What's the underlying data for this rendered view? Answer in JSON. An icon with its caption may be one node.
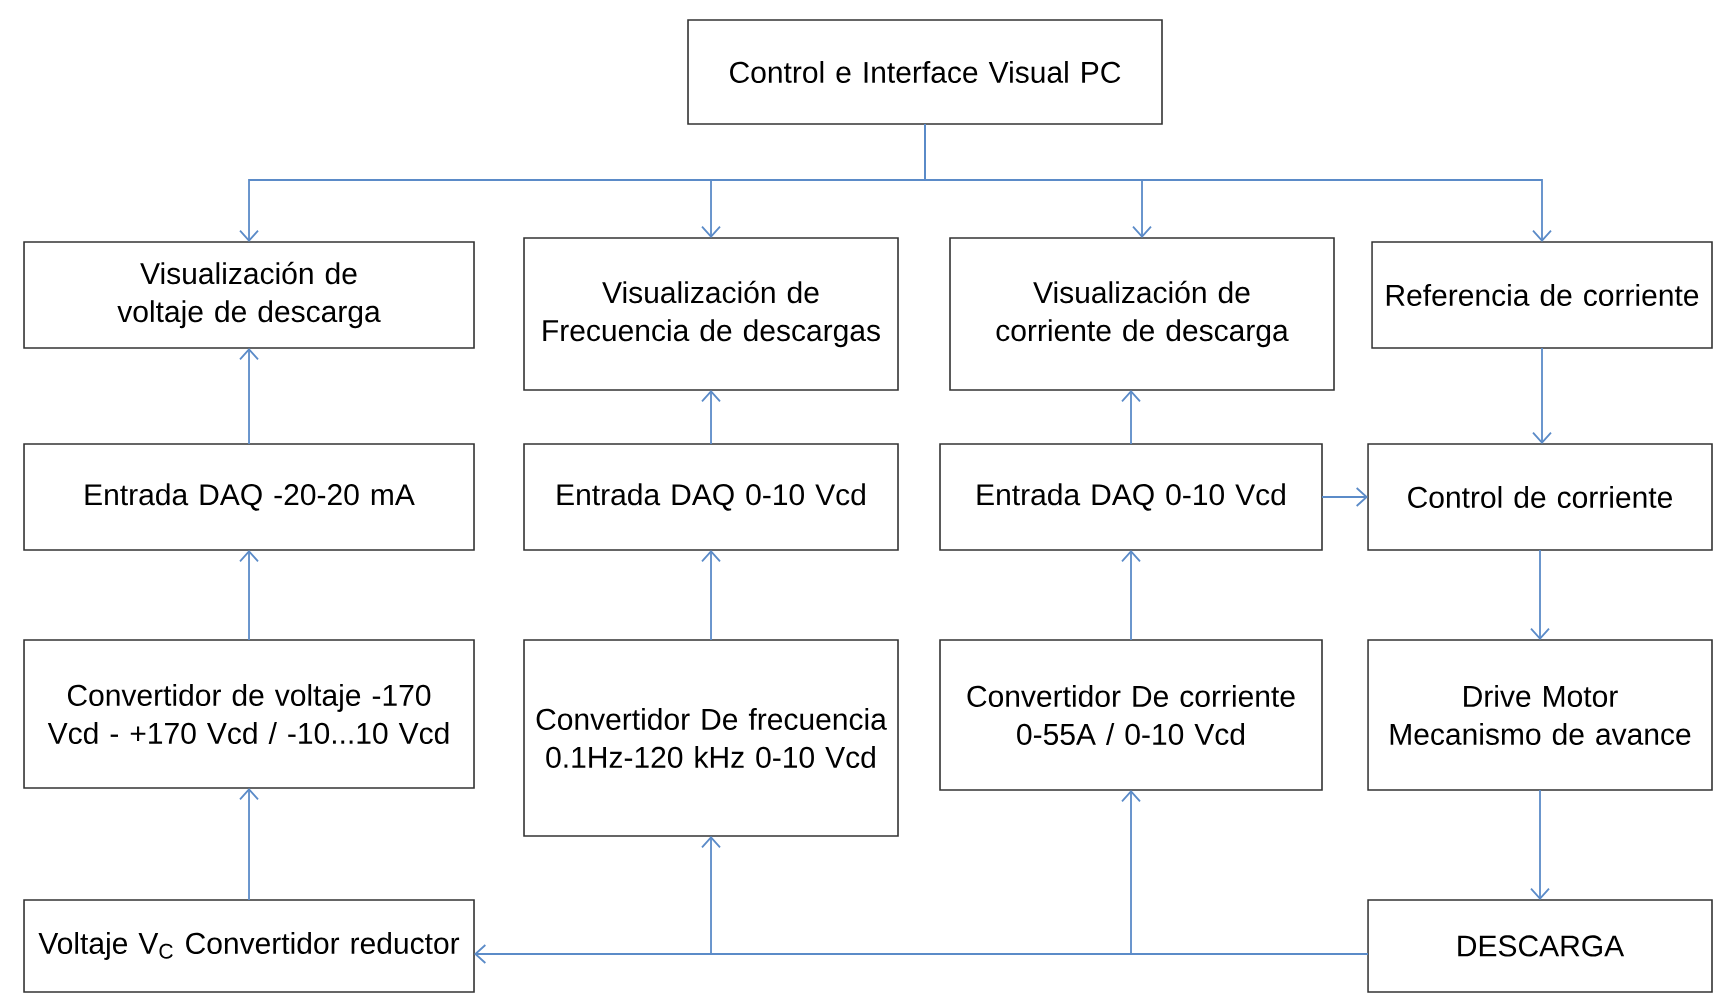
{
  "diagram": {
    "nodes": [
      {
        "text": [
          "Control e Interface Visual PC"
        ]
      },
      {
        "text": [
          "Visualización de voltaje de descarga"
        ]
      },
      {
        "text": [
          "Visualización de Frecuencia de descargas"
        ]
      },
      {
        "text": [
          "Visualización de corriente de descarga"
        ]
      },
      {
        "text": [
          "Referencia de corriente"
        ]
      },
      {
        "text": [
          "Entrada DAQ -20-20 mA"
        ]
      },
      {
        "text": [
          "Entrada DAQ 0-10 Vcd"
        ]
      },
      {
        "text": [
          "Entrada DAQ 0-10 Vcd"
        ]
      },
      {
        "text": [
          "Control de corriente"
        ]
      },
      {
        "text": [
          "Convertidor de voltaje -170 Vcd - +170 Vcd / -10...10 Vcd"
        ]
      },
      {
        "text": [
          "Convertidor De frecuencia 0.1Hz-120 kHz 0-10 Vcd"
        ]
      },
      {
        "text": [
          "Convertidor De corriente 0-55A / 0-10 Vcd"
        ]
      },
      {
        "text": [
          "Drive Motor Mecanismo de avance"
        ]
      },
      {
        "text": [
          "Voltaje V$_{C}$ Convertidor reductor"
        ]
      },
      {
        "text": [
          "DESCARGA"
        ]
      }
    ],
    "edges": [
      {
        "from": 0,
        "to": 1,
        "arrow": "to"
      },
      {
        "from": 0,
        "to": 2,
        "arrow": "to"
      },
      {
        "from": 0,
        "to": 3,
        "arrow": "to"
      },
      {
        "from": 0,
        "to": 4,
        "arrow": "to"
      },
      {
        "from": 5,
        "to": 1,
        "arrow": "to"
      },
      {
        "from": 6,
        "to": 2,
        "arrow": "to"
      },
      {
        "from": 7,
        "to": 3,
        "arrow": "to"
      },
      {
        "from": 4,
        "to": 8,
        "arrow": "to"
      },
      {
        "from": 7,
        "to": 8,
        "arrow": "to"
      },
      {
        "from": 9,
        "to": 5,
        "arrow": "to"
      },
      {
        "from": 10,
        "to": 6,
        "arrow": "to"
      },
      {
        "from": 11,
        "to": 7,
        "arrow": "to"
      },
      {
        "from": 8,
        "to": 12,
        "arrow": "to"
      },
      {
        "from": 13,
        "to": 9,
        "arrow": "to"
      },
      {
        "from": 12,
        "to": 14,
        "arrow": "to"
      },
      {
        "from": 14,
        "to": 13,
        "arrow": "to"
      },
      {
        "from": 14,
        "to": 10,
        "arrow": "to"
      },
      {
        "from": 14,
        "to": 11,
        "arrow": "to"
      }
    ]
  }
}
